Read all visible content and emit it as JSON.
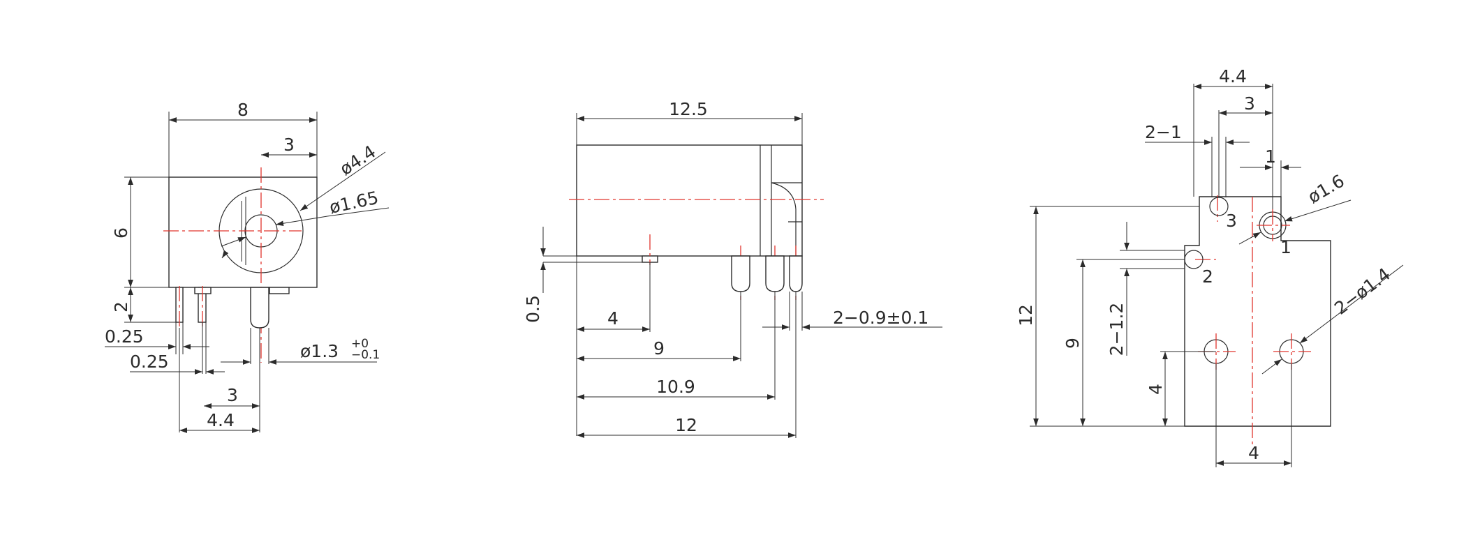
{
  "front_view": {
    "width": "8",
    "hole_offset": "3",
    "outer_dia": "ø4.4",
    "inner_dia": "ø1.65",
    "height": "6",
    "pin_length": "2",
    "pin_thk_a": "0.25",
    "pin_thk_b": "0.25",
    "pin_dia": "ø1.3",
    "pin_dia_tol_upper": "+0",
    "pin_dia_tol_lower": "−0.1",
    "pin_spacing": "3",
    "pin_span": "4.4"
  },
  "side_view": {
    "length": "12.5",
    "standoff": "0.5",
    "d_pin1": "4",
    "d_pin2": "9",
    "d_pin3": "10.9",
    "d_total": "12",
    "pin_width": "2−0.9±0.1"
  },
  "bottom_view": {
    "width": "4.4",
    "offset_3": "3",
    "slot_2_1": "2−1",
    "offset_1": "1",
    "pin_dia": "ø1.6",
    "pin_label_1": "1",
    "pin_label_2": "2",
    "pin_label_3": "3",
    "height": "12",
    "dim_9": "9",
    "slot_2_1_2": "2−1.2",
    "mount_holes": "2−ø1.4",
    "dim_4_vert": "4",
    "dim_4_horiz": "4"
  }
}
